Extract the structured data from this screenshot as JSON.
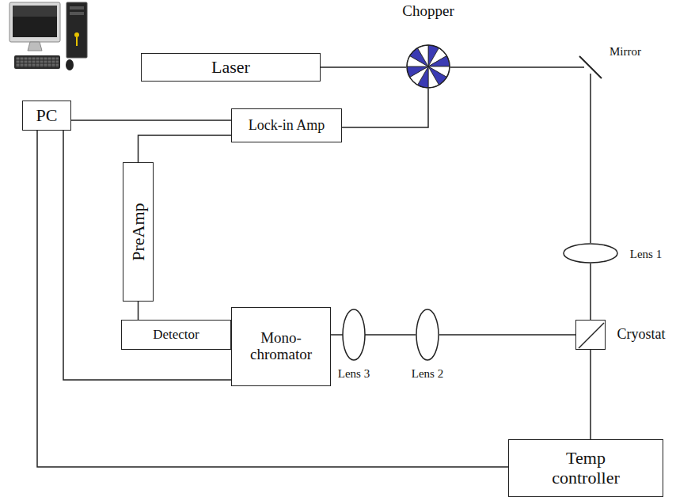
{
  "diagram": {
    "nodes": [
      {
        "text": [
          "Chopper"
        ]
      },
      {
        "text": [
          "Laser"
        ]
      },
      {
        "text": [
          "Mirror"
        ]
      },
      {
        "text": [
          "PC"
        ]
      },
      {
        "text": [
          "Lock-in Amp"
        ]
      },
      {
        "text": [
          "PreAmp"
        ]
      },
      {
        "text": [
          "Lens 1"
        ]
      },
      {
        "text": [
          "Mono- chromator"
        ]
      },
      {
        "text": [
          "Detector"
        ]
      },
      {
        "text": [
          "Lens 3"
        ]
      },
      {
        "text": [
          "Lens 2"
        ]
      },
      {
        "text": [
          "Cryostat"
        ]
      },
      {
        "text": [
          "Temp controller"
        ]
      }
    ],
    "edges": [
      {
        "from": 3,
        "to": 4,
        "arrow": "none"
      },
      {
        "from": 1,
        "to": 0,
        "arrow": "none"
      },
      {
        "from": 0,
        "to": 2,
        "arrow": "none"
      },
      {
        "from": 2,
        "to": 6,
        "arrow": "none"
      },
      {
        "from": 6,
        "to": 11,
        "arrow": "none"
      },
      {
        "from": 11,
        "to": 10,
        "arrow": "none"
      },
      {
        "from": 10,
        "to": 9,
        "arrow": "none"
      },
      {
        "from": 9,
        "to": 7,
        "arrow": "none"
      },
      {
        "from": 0,
        "to": 4,
        "arrow": "none"
      },
      {
        "from": 4,
        "to": 5,
        "arrow": "none"
      },
      {
        "from": 5,
        "to": 8,
        "arrow": "none"
      },
      {
        "from": 3,
        "to": 7,
        "arrow": "none"
      },
      {
        "from": 3,
        "to": 12,
        "arrow": "none"
      },
      {
        "from": 11,
        "to": 12,
        "arrow": "none"
      }
    ]
  }
}
